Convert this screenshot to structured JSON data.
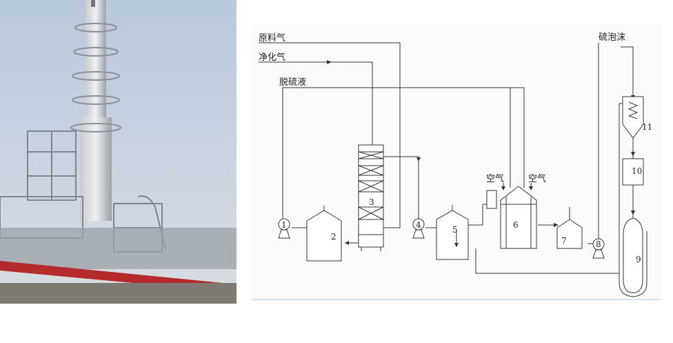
{
  "photo": {
    "subject": "desulfurization-tower-plant"
  },
  "diagram": {
    "inlet_labels": {
      "raw_gas": "原料气",
      "purified_gas": "净化气",
      "desulfurization_liquid": "脱硫液",
      "sulfur_foam": "硫泡沫",
      "air_left": "空气",
      "air_right": "空气"
    },
    "equipment_numbers": {
      "pump_1": "1",
      "tank_2": "2",
      "tower_3": "3",
      "pump_4": "4",
      "tank_5": "5",
      "regenerator_6": "6",
      "tank_7": "7",
      "pump_8": "8",
      "kettle_9": "9",
      "unit_10": "10",
      "unit_11": "11"
    }
  }
}
